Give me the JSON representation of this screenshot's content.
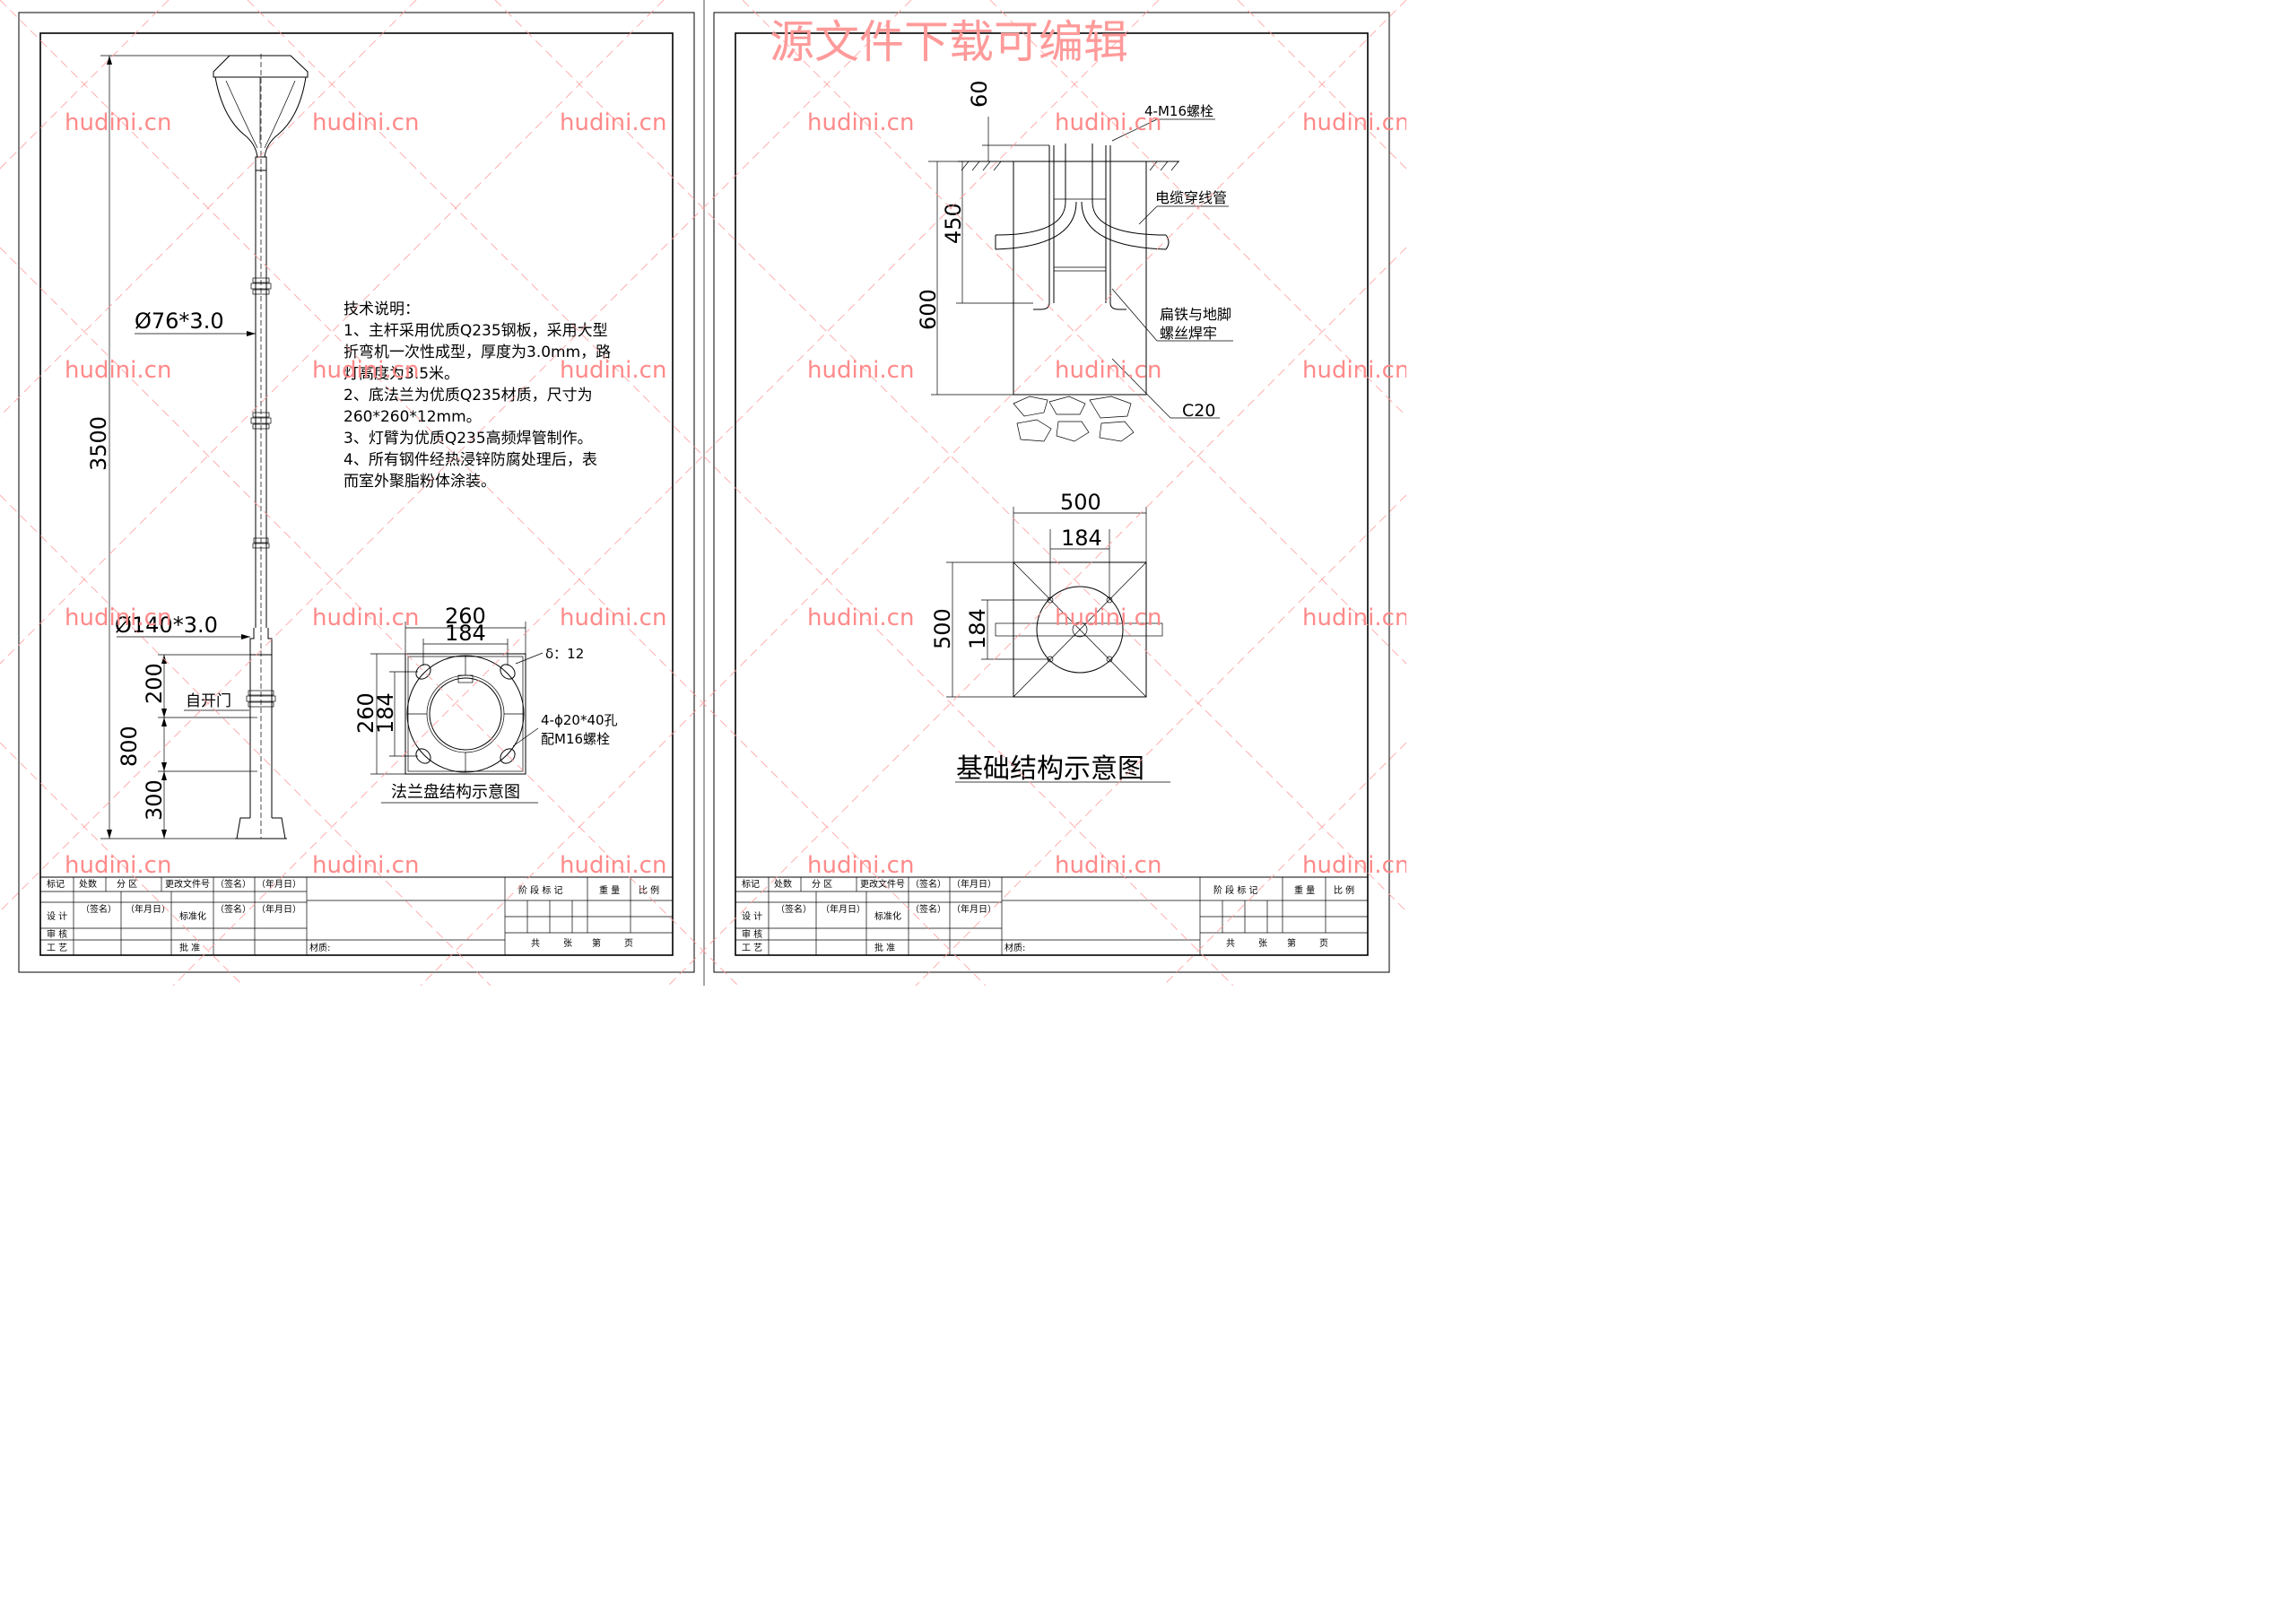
{
  "watermark": {
    "brand": "hudini.cn",
    "banner": "源文件下载可编辑"
  },
  "left_sheet": {
    "dimensions": {
      "pole_top_dia": "Ø76*3.0",
      "pole_base_dia": "Ø140*3.0",
      "total_height": "3500",
      "seg_200": "200",
      "seg_800": "800",
      "seg_300": "300",
      "door_label": "自开门"
    },
    "tech_notes": {
      "title": "技术说明：",
      "lines": [
        "1、主杆采用优质Q235钢板，采用大型",
        "折弯机一次性成型，厚度为3.0mm，路",
        "灯高度为3.5米。",
        "2、底法兰为优质Q235材质，尺寸为",
        "260*260*12mm。",
        "3、灯臂为优质Q235高频焊管制作。",
        "4、所有钢件经热浸锌防腐处理后，表",
        "而室外聚脂粉体涂装。"
      ]
    },
    "flange": {
      "outer_w": "260",
      "inner_w": "184",
      "outer_h": "260",
      "inner_h": "184",
      "thickness": "δ：12",
      "holes": "4-ϕ20*40孔",
      "bolts": "配M16螺栓",
      "caption": "法兰盘结构示意图"
    }
  },
  "right_sheet": {
    "section": {
      "d60": "60",
      "d450": "450",
      "d600": "600",
      "bolt_label": "4-M16螺栓",
      "cable_label": "电缆穿线管",
      "weld_label_1": "扁铁与地脚",
      "weld_label_2": "螺丝焊牢",
      "concrete": "C20"
    },
    "plan": {
      "outer_w": "500",
      "inner_w": "184",
      "outer_h": "500",
      "inner_h": "184"
    },
    "caption": "基础结构示意图"
  },
  "title_block": {
    "row1": [
      "标记",
      "处数",
      "分 区",
      "更改文件号",
      "（签名）",
      "（年月日）"
    ],
    "design": "设 计",
    "sign": "（签名）",
    "date": "（年月日）",
    "standard": "标准化",
    "review": "审 核",
    "craft": "工 艺",
    "approve": "批 准",
    "material": "材质:",
    "stage": "阶 段 标 记",
    "weight": "重 量",
    "scale": "比 例",
    "total": "共",
    "sheets": "张",
    "page_no": "第",
    "page": "页"
  }
}
